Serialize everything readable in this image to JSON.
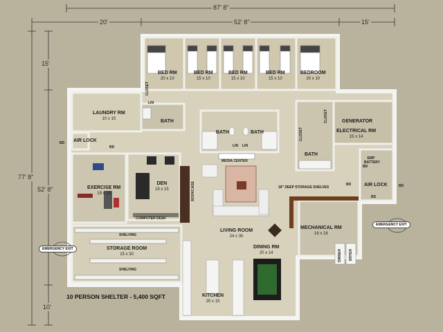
{
  "dimensions": {
    "overall_width": "87' 8\"",
    "segment_left": "20'",
    "segment_middle": "52' 8\"",
    "segment_right": "15'",
    "left_top": "15'",
    "overall_height": "77' 8\"",
    "left_middle": "52' 8\"",
    "left_bottom": "10'"
  },
  "rooms": {
    "bed1": {
      "name": "BED RM",
      "size": "20 x 10"
    },
    "bed2": {
      "name": "BED RM",
      "size": "15 x 10"
    },
    "bed3": {
      "name": "BED RM",
      "size": "15 x 10"
    },
    "bed4": {
      "name": "BED RM",
      "size": "15 x 10"
    },
    "bedroom": {
      "name": "BEDROOM",
      "size": "20 x 10"
    },
    "laundry": {
      "name": "LAUNDRY RM",
      "size": "10 x 15"
    },
    "bath_left": {
      "name": "BATH"
    },
    "bath_c1": {
      "name": "BATH"
    },
    "bath_c2": {
      "name": "BATH"
    },
    "bath_right": {
      "name": "BATH"
    },
    "electrical": {
      "name": "ELECTRICAL RM",
      "size": "15 x 14"
    },
    "generator": {
      "name": "GENERATOR"
    },
    "emp_battery": {
      "name": "EMP BATTERY"
    },
    "airlock_left": {
      "name": "AIR LOCK"
    },
    "airlock_right": {
      "name": "AIR LOCK"
    },
    "exercise": {
      "name": "EXERCISE RM",
      "size": "19 x 15"
    },
    "den": {
      "name": "DEN",
      "size": "19 x 15"
    },
    "living": {
      "name": "LIVING ROOM",
      "size": "24 x 30"
    },
    "dining": {
      "name": "DINING RM",
      "size": "20 x 14"
    },
    "mechanical": {
      "name": "MECHANICAL RM",
      "size": "16 x 18"
    },
    "storage": {
      "name": "STORAGE ROOM",
      "size": "15 x 30"
    },
    "kitchen": {
      "name": "KITCHEN",
      "size": "20 x 15"
    }
  },
  "features": {
    "media_center": "MEDIA CENTER",
    "storage_shelves": "18\" DEEP STORAGE SHELVES",
    "computer_desk": "COMPUTER DESK",
    "bookcase": "BOOKCASE",
    "shelving_top": "SHELVING",
    "shelving_bottom": "SHELVING",
    "closet_left": "CLOSET",
    "closet_right": "CLOSET",
    "closet_center": "CLOSET",
    "lin": "LIN",
    "lin_c1": "LIN",
    "lin_c2": "LIN",
    "bd_left": "BD",
    "bd_right": "BD",
    "bd_mid": "BD",
    "bd_mid2": "BD",
    "bd_mech": "BD",
    "bd_emp": "BD",
    "owner": "OWNER",
    "dryer": "DRYER"
  },
  "exits": {
    "left": "EMERGENCY EXIT",
    "right": "EMERGENCY EXIT"
  },
  "caption": "10 PERSON SHELTER - 5,400 SQFT"
}
